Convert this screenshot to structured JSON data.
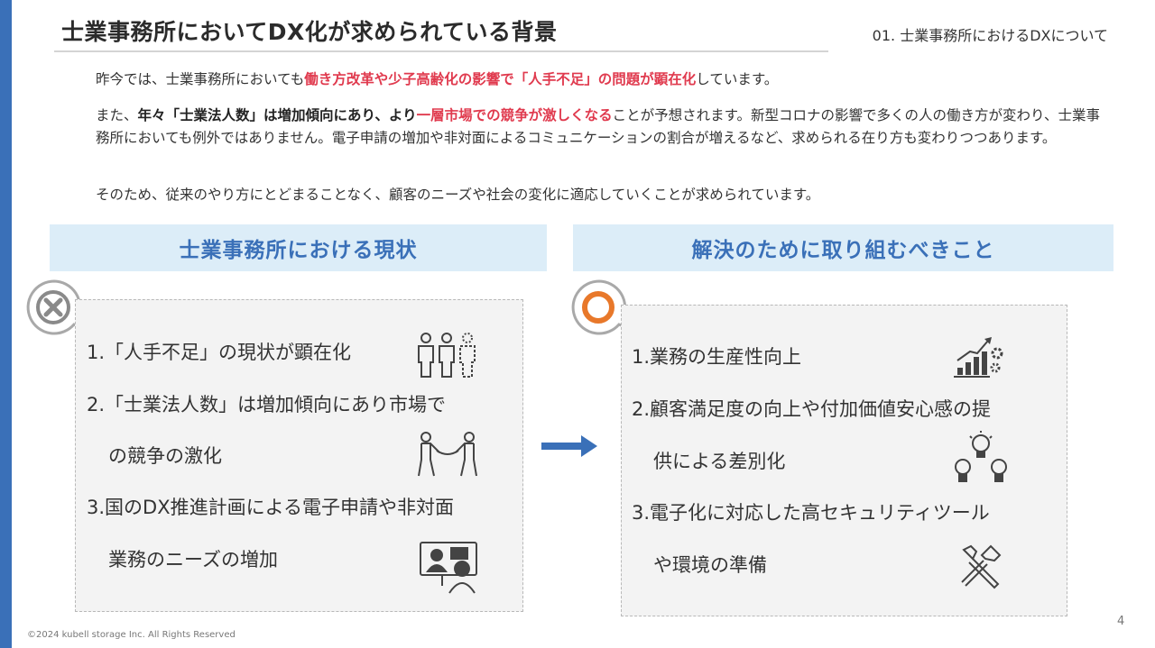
{
  "slide": {
    "title": "士業事務所においてDX化が求められている背景",
    "section": "01. 士業事務所におけるDXについて",
    "footer": "©2024 kubell storage Inc. All Rights Reserved",
    "page_number": "4"
  },
  "intro": {
    "p1": {
      "a": "昨今では、士業事務所においても",
      "b": "働き方改革や少子高齢化の影響で「人手不足」の問題が顕在化",
      "c": "しています。"
    },
    "p2": {
      "a": "また、",
      "b": "年々「士業法人数」は増加傾向にあり、より",
      "c": "一層市場での競争が激しくなる",
      "d": "ことが予想されます。新型コロナの影響で多くの人の働き方が変わり、士業事務所においても例外ではありません。電子申請の増加や非対面によるコミュニケーションの割合が増えるなど、求められる在り方も変わりつつあります。"
    },
    "p3": "そのため、従来のやり方にとどまることなく、顧客のニーズや社会の変化に適応していくことが求められています。"
  },
  "current": {
    "header": "士業事務所における現状",
    "items": [
      {
        "line1": "1.「人手不足」の現状が顕在化",
        "line2": "",
        "icon": "people-icon"
      },
      {
        "line1": "2.「士業法人数」は増加傾向にあり市場で",
        "line2": "の競争の激化",
        "icon": "tug-of-war-icon"
      },
      {
        "line1": "3.国のDX推進計画による電子申請や非対面",
        "line2": "業務のニーズの増加",
        "icon": "video-meeting-icon"
      }
    ]
  },
  "solution": {
    "header": "解決のために取り組むべきこと",
    "items": [
      {
        "line1": "1.業務の生産性向上",
        "line2": "",
        "icon": "growth-chart-icon"
      },
      {
        "line1": "2.顧客満足度の向上や付加価値安心感の提",
        "line2": "供による差別化",
        "icon": "lightbulbs-icon"
      },
      {
        "line1": "3.電子化に対応した高セキュリティツール",
        "line2": "や環境の準備",
        "icon": "tools-icon"
      }
    ]
  },
  "colors": {
    "accent": "#3a70b8",
    "highlight": "#e03a4e",
    "header_bg": "#dcedf8",
    "circle": "#e8782a"
  }
}
